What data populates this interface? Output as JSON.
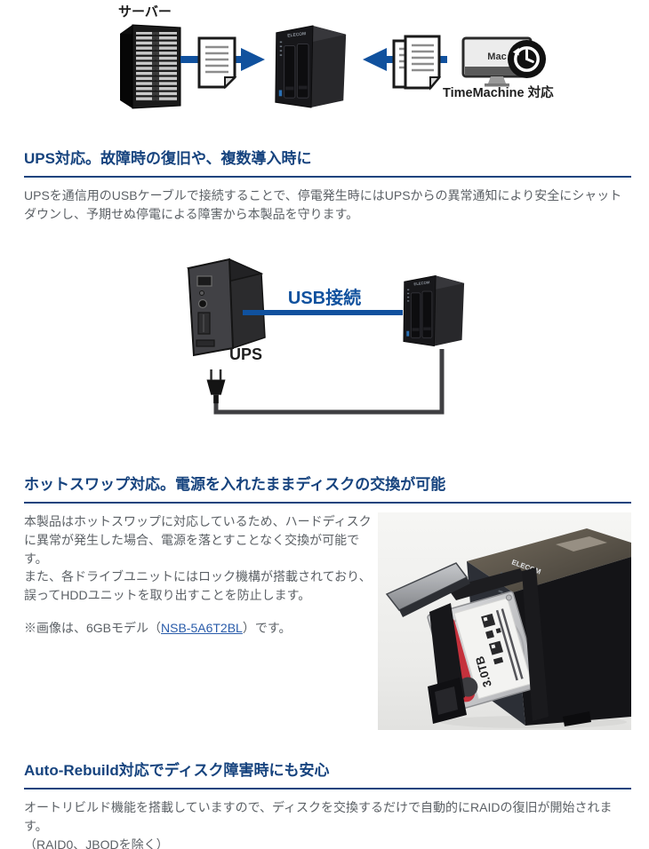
{
  "colors": {
    "heading_navy": "#16437e",
    "accent_blue": "#10519e",
    "link_blue": "#2a5caa",
    "body_gray": "#5c6166",
    "hdd_label_red": "#c5313c"
  },
  "top_diagram": {
    "server_label": "サーバー",
    "nas_brand": "ELECOM",
    "mac_label": "Mac",
    "timemachine_label": "TimeMachine 対応"
  },
  "section_ups": {
    "heading": "UPS対応。故障時の復旧や、複数導入時に",
    "body": "UPSを通信用のUSBケーブルで接続することで、停電発生時にはUPSからの異常通知により安全にシャットダウンし、予期せぬ停電による障害から本製品を守ります。",
    "diagram": {
      "usb_label": "USB接続",
      "ups_label": "UPS",
      "nas_brand": "ELECOM"
    }
  },
  "section_hotswap": {
    "heading": "ホットスワップ対応。電源を入れたままディスクの交換が可能",
    "body_line1": "本製品はホットスワップに対応しているため、ハードディスクに異常が発生した場合、電源を落とすことなく交換が可能です。",
    "body_line2": "また、各ドライブユニットにはロック機構が搭載されており、誤ってHDDユニットを取り出すことを防止します。",
    "note_prefix": "※画像は、6GBモデル（",
    "link_text": "NSB-5A6T2BL",
    "note_suffix": "）です。",
    "photo": {
      "brand": "ELECOM",
      "hdd_capacity": "3.0TB"
    }
  },
  "section_autorebuild": {
    "heading": "Auto-Rebuild対応でディスク障害時にも安心",
    "body_line1": "オートリビルド機能を搭載していますので、ディスクを交換するだけで自動的にRAIDの復旧が開始されます。",
    "body_line2": "（RAID0、JBODを除く）"
  }
}
